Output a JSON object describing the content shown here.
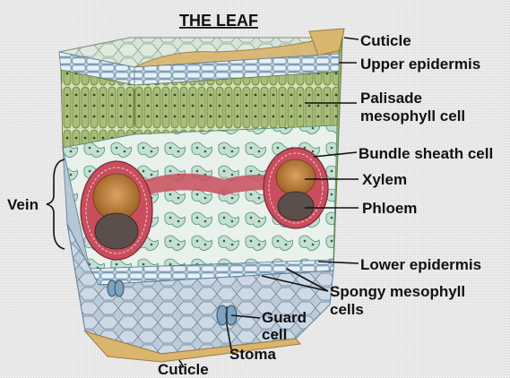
{
  "title": "THE LEAF",
  "labels": {
    "cuticle_top": "Cuticle",
    "upper_epidermis": "Upper epidermis",
    "palisade_line1": "Palisade",
    "palisade_line2": "mesophyll cell",
    "bundle_sheath": "Bundle sheath cell",
    "xylem": "Xylem",
    "phloem": "Phloem",
    "vein": "Vein",
    "lower_epidermis": "Lower epidermis",
    "spongy_line1": "Spongy mesophyll",
    "spongy_line2": "cells",
    "guard_line1": "Guard",
    "guard_line2": "cell",
    "stoma": "Stoma",
    "cuticle_bottom": "Cuticle"
  },
  "colors": {
    "cuticle": "#d9b56e",
    "epidermis": "#bcd3e6",
    "palisade": "#9cb06a",
    "palisade_dark": "#5f7a3a",
    "spongy": "#c3e0d0",
    "sheath": "#c94e5d",
    "xylem": "#b87a3a",
    "phloem": "#5a4f4a",
    "background": "#eaeaea"
  }
}
